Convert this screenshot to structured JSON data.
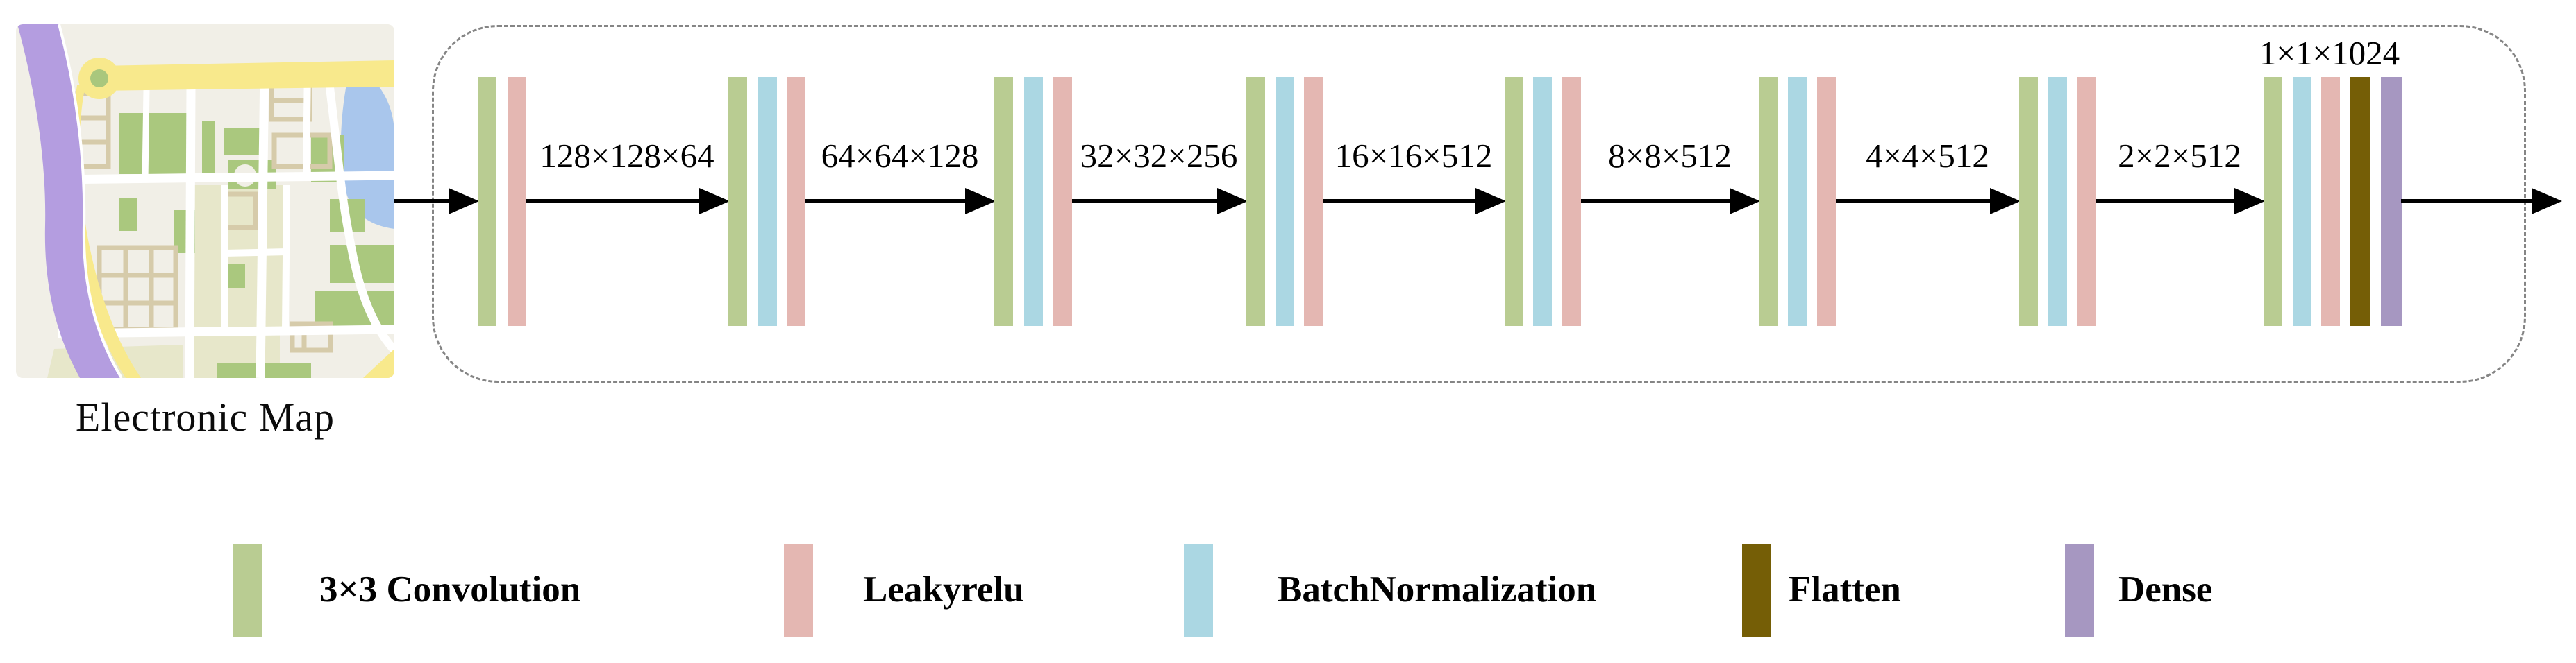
{
  "map": {
    "caption": "Electronic Map"
  },
  "pipeline": {
    "arrow_labels": [
      "128×128×64",
      "64×64×128",
      "32×32×256",
      "16×16×512",
      "8×8×512",
      "4×4×512",
      "2×2×512"
    ],
    "final_top_label": "1×1×1024",
    "blocks": [
      {
        "name": "block-1",
        "layers": [
          "conv",
          "leakyrelu"
        ]
      },
      {
        "name": "block-2",
        "layers": [
          "conv",
          "bn",
          "leakyrelu"
        ]
      },
      {
        "name": "block-3",
        "layers": [
          "conv",
          "bn",
          "leakyrelu"
        ]
      },
      {
        "name": "block-4",
        "layers": [
          "conv",
          "bn",
          "leakyrelu"
        ]
      },
      {
        "name": "block-5",
        "layers": [
          "conv",
          "bn",
          "leakyrelu"
        ]
      },
      {
        "name": "block-6",
        "layers": [
          "conv",
          "bn",
          "leakyrelu"
        ]
      },
      {
        "name": "block-7",
        "layers": [
          "conv",
          "bn",
          "leakyrelu"
        ]
      },
      {
        "name": "block-8",
        "layers": [
          "conv",
          "bn",
          "leakyrelu",
          "flatten",
          "dense"
        ]
      }
    ]
  },
  "legend": {
    "items": [
      {
        "key": "conv",
        "label": "3×3 Convolution"
      },
      {
        "key": "leakyrelu",
        "label": "Leakyrelu"
      },
      {
        "key": "bn",
        "label": "BatchNormalization"
      },
      {
        "key": "flatten",
        "label": "Flatten"
      },
      {
        "key": "dense",
        "label": "Dense"
      }
    ]
  },
  "colors": {
    "conv": "#b9cc92",
    "leakyrelu": "#e4b7b2",
    "bn": "#abd7e3",
    "flatten": "#755e06",
    "dense": "#a697c1",
    "arrow": "#000000",
    "dashed_border": "#858585",
    "text": "#000000"
  }
}
